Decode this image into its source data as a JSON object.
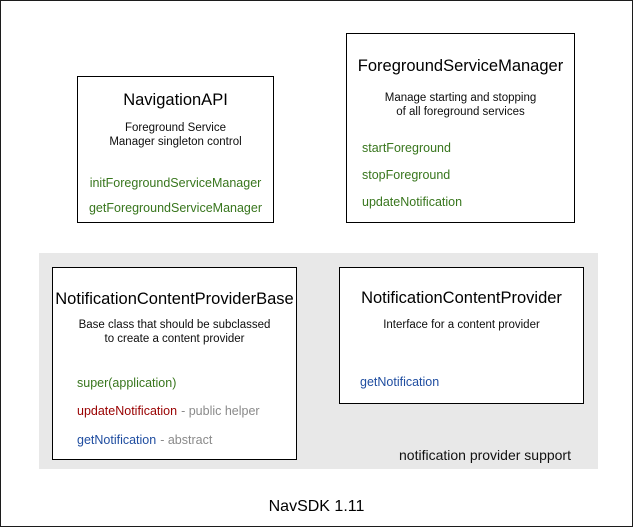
{
  "caption": "NavSDK 1.11",
  "colors": {
    "method_green": "#38761d",
    "method_red": "#990000",
    "method_blue": "#1f4da0",
    "annotation_gray": "#8a8a8a",
    "group_background": "#e8e8e8",
    "box_border": "#000000"
  },
  "boxes": {
    "navigation_api": {
      "title": "NavigationAPI",
      "description_line1": "Foreground Service",
      "description_line2": "Manager singleton control",
      "methods": [
        {
          "name": "initForegroundServiceManager"
        },
        {
          "name": "getForegroundServiceManager"
        }
      ]
    },
    "foreground_service_manager": {
      "title": "ForegroundServiceManager",
      "description_line1": "Manage starting and stopping",
      "description_line2": "of all foreground services",
      "methods": [
        {
          "name": "startForeground"
        },
        {
          "name": "stopForeground"
        },
        {
          "name": "updateNotification"
        }
      ]
    },
    "notification_content_provider_base": {
      "title": "NotificationContentProviderBase",
      "description_line1": "Base class that should be subclassed",
      "description_line2": "to create a content provider",
      "methods": [
        {
          "name": "super(application)",
          "annotation": ""
        },
        {
          "name": "updateNotification",
          "annotation": "- public helper"
        },
        {
          "name": "getNotification",
          "annotation": "- abstract"
        }
      ]
    },
    "notification_content_provider": {
      "title": "NotificationContentProvider",
      "description_line1": "Interface for a content provider",
      "methods": [
        {
          "name": "getNotification"
        }
      ]
    }
  },
  "group": {
    "label": "notification provider support"
  }
}
